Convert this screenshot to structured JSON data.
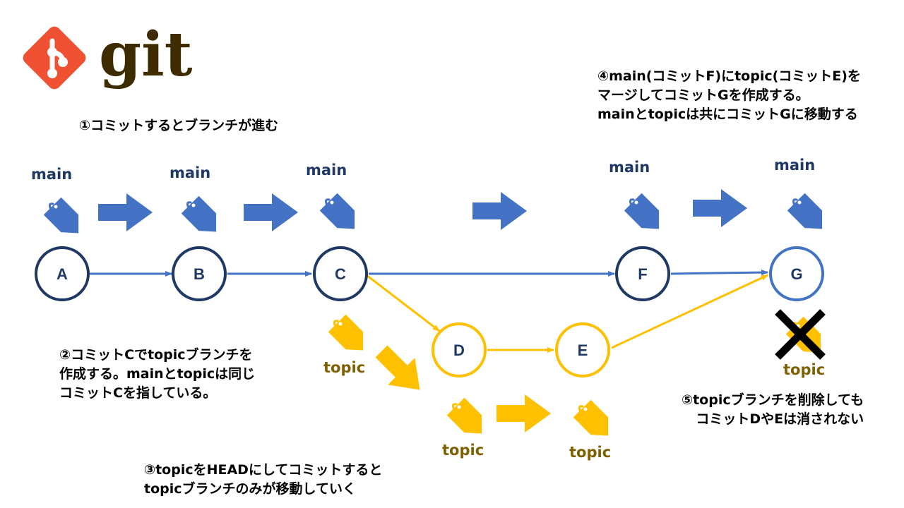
{
  "logo": {
    "text": "git",
    "icon": "git-logo-icon",
    "color_icon": "#f05133",
    "color_text": "#3e2c00"
  },
  "notes": {
    "n1": [
      "①コミットするとブランチが進む"
    ],
    "n2": [
      "②コミットCでtopicブランチを",
      "作成する。mainとtopicは同じ",
      "コミットCを指している。"
    ],
    "n3": [
      "③topicをHEADにしてコミットすると",
      "topicブランチのみが移動していく"
    ],
    "n4": [
      "④main(コミットF)にtopic(コミットE)を",
      "マージしてコミットGを作成する。",
      "mainとtopicは共にコミットGに移動する"
    ],
    "n5": [
      "⑤topicブランチを削除しても",
      "コミットDやEは消されない"
    ]
  },
  "commits": {
    "A": "A",
    "B": "B",
    "C": "C",
    "D": "D",
    "E": "E",
    "F": "F",
    "G": "G"
  },
  "branches": {
    "main": "main",
    "topic": "topic"
  },
  "colors": {
    "main": "#4472c4",
    "main_dark": "#2f5597",
    "node_outline": "#203864",
    "main_text": "#1f3864",
    "topic": "#ffc000",
    "topic_text": "#7f6000",
    "deleted_mark": "#000000"
  }
}
